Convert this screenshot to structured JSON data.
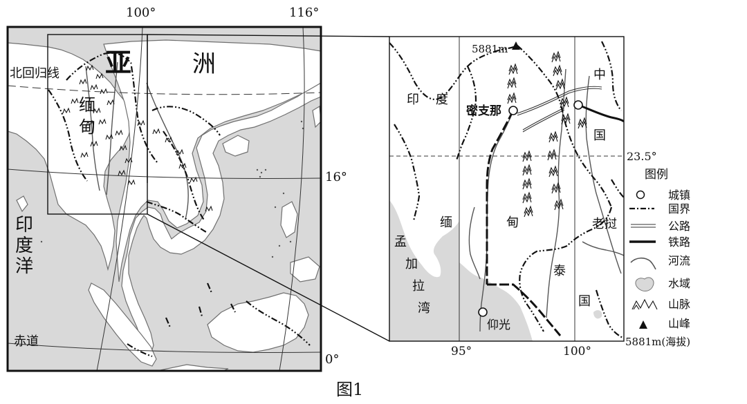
{
  "figure_caption": "图1",
  "overview_map": {
    "top_labels": [
      "100°",
      "116°"
    ],
    "right_labels": [
      "16°",
      "0°"
    ],
    "line_labels": {
      "tropic": "北回归线",
      "equator": "赤道"
    },
    "region_labels": {
      "asia_1": "亚",
      "asia_2": "洲",
      "myanmar_1": "缅",
      "myanmar_2": "甸",
      "ocean_1": "印",
      "ocean_2": "度",
      "ocean_3": "洋"
    }
  },
  "detail_map": {
    "peak_label": "5881m",
    "parallel_label": "23.5°",
    "bottom_labels": [
      "95°",
      "100°"
    ],
    "cities": [
      "密支那",
      "仰光"
    ],
    "region_labels": {
      "india_1": "印",
      "india_2": "度",
      "china_1": "中",
      "china_2": "国",
      "myanmar_1": "缅",
      "myanmar_2": "甸",
      "laos": "老挝",
      "thailand_1": "泰",
      "thailand_2": "国",
      "bay_1": "孟",
      "bay_2": "加",
      "bay_3": "拉",
      "bay_4": "湾"
    }
  },
  "legend": {
    "title": "图例",
    "items": [
      "城镇",
      "国界",
      "公路",
      "铁路",
      "河流",
      "水域",
      "山脉",
      "山峰"
    ],
    "peak_note": "5881m(海拔)"
  },
  "colors": {
    "sea": "#d9d9d9",
    "land": "#ffffff",
    "ink": "#111111"
  },
  "icons": [
    "town-circle-icon",
    "border-line-icon",
    "road-line-icon",
    "railway-line-icon",
    "river-line-icon",
    "water-area-icon",
    "mountain-range-icon",
    "peak-triangle-icon"
  ]
}
